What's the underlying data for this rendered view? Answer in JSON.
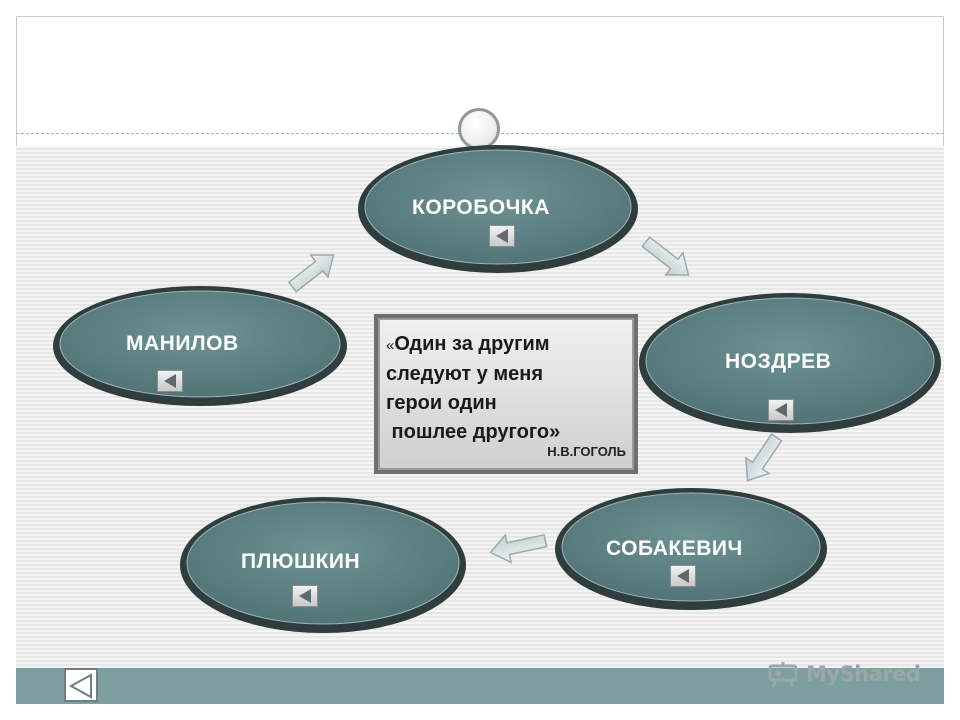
{
  "diagram": {
    "nodes": [
      {
        "id": "korobochka",
        "label": "КОРОБОЧКА"
      },
      {
        "id": "nozdrev",
        "label": "НОЗДРЕВ"
      },
      {
        "id": "sobakevich",
        "label": "СОБАКЕВИЧ"
      },
      {
        "id": "plyushkin",
        "label": "ПЛЮШКИН"
      },
      {
        "id": "manilov",
        "label": "МАНИЛОВ"
      }
    ],
    "quote": {
      "open_mark": "«",
      "line1": "Один за другим",
      "line2": "следуют у меня",
      "line3": "герои один",
      "line4": " пошлее другого»",
      "author": "Н.В.ГОГОЛЬ"
    }
  },
  "watermark": {
    "text": "MyShared"
  },
  "colors": {
    "node_fill": "#5f8486",
    "node_border": "#2d3a3b",
    "arrow_fill": "#d3dcdc",
    "footer": "#7d9f9f"
  }
}
